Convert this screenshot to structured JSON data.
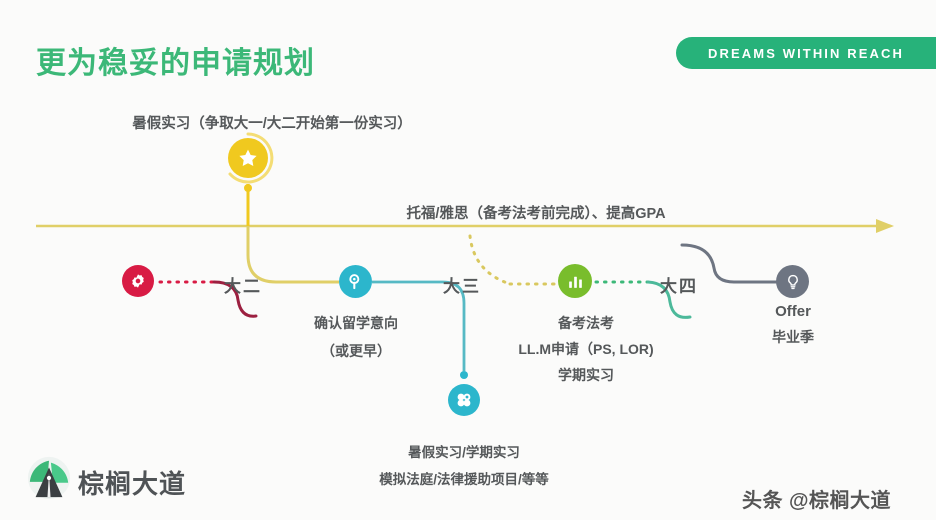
{
  "header": {
    "title": "更为稳妥的申请规划",
    "badge": "DREAMS WITHIN REACH",
    "title_color": "#3cb878",
    "badge_color": "#27b27a"
  },
  "timeline": {
    "axis_label": "托福/雅思（备考法考前完成）、提高GPA",
    "axis_color": "#e0cf67",
    "years": [
      {
        "label": "大二",
        "id": "year-2"
      },
      {
        "label": "大三",
        "id": "year-3"
      },
      {
        "label": "大四",
        "id": "year-4"
      }
    ],
    "nodes": [
      {
        "id": "summer-internship",
        "icon": "star-icon",
        "color": "#f0c91f",
        "caption": "暑假实习（争取大一/大二开始第一份实习）"
      },
      {
        "id": "start",
        "icon": "gear-icon",
        "color": "#d81b44",
        "caption": ""
      },
      {
        "id": "study-abroad-intent",
        "icon": "magnifier-icon",
        "color": "#2cb6cc",
        "lines": [
          "确认留学意向",
          "（或更早）"
        ]
      },
      {
        "id": "internship-moot",
        "icon": "clover-icon",
        "color": "#2cb6cc",
        "lines": [
          "暑假实习/学期实习",
          "模拟法庭/法律援助项目/等等"
        ]
      },
      {
        "id": "llm-application",
        "icon": "bar-chart-icon",
        "color": "#79bd2c",
        "lines": [
          "备考法考",
          "LL.M申请（PS, LOR)",
          "学期实习"
        ]
      },
      {
        "id": "offer",
        "icon": "lightbulb-icon",
        "color": "#6e7582",
        "lines": [
          "Offer",
          "毕业季"
        ]
      }
    ]
  },
  "branding": {
    "logo_name": "棕榈大道",
    "logo_icon": "palm-road-logo-icon",
    "watermark": "头条 @棕榈大道"
  }
}
